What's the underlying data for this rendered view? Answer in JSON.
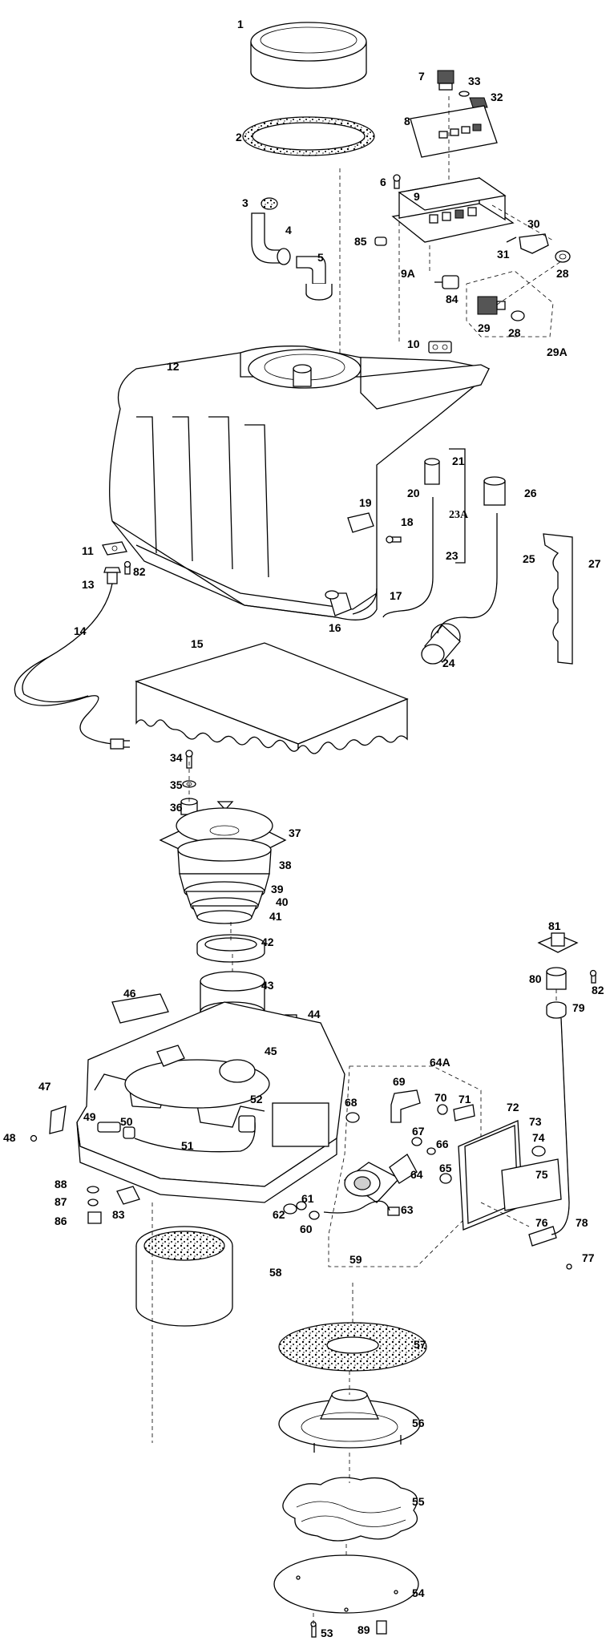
{
  "labels": [
    {
      "id": "p1",
      "text": "1"
    },
    {
      "id": "p2",
      "text": "2"
    },
    {
      "id": "p3",
      "text": "3"
    },
    {
      "id": "p4",
      "text": "4"
    },
    {
      "id": "p5",
      "text": "5"
    },
    {
      "id": "p6",
      "text": "6"
    },
    {
      "id": "p7",
      "text": "7"
    },
    {
      "id": "p8",
      "text": "8"
    },
    {
      "id": "p9",
      "text": "9"
    },
    {
      "id": "p9A",
      "text": "9A"
    },
    {
      "id": "p10",
      "text": "10"
    },
    {
      "id": "p11",
      "text": "11"
    },
    {
      "id": "p12",
      "text": "12"
    },
    {
      "id": "p13",
      "text": "13"
    },
    {
      "id": "p14",
      "text": "14"
    },
    {
      "id": "p15",
      "text": "15"
    },
    {
      "id": "p16",
      "text": "16"
    },
    {
      "id": "p17",
      "text": "17"
    },
    {
      "id": "p18",
      "text": "18"
    },
    {
      "id": "p19",
      "text": "19"
    },
    {
      "id": "p20",
      "text": "20"
    },
    {
      "id": "p21",
      "text": "21"
    },
    {
      "id": "p23",
      "text": "23"
    },
    {
      "id": "p23A",
      "text": "23A"
    },
    {
      "id": "p24",
      "text": "24"
    },
    {
      "id": "p25",
      "text": "25"
    },
    {
      "id": "p26",
      "text": "26"
    },
    {
      "id": "p27",
      "text": "27"
    },
    {
      "id": "p28a",
      "text": "28"
    },
    {
      "id": "p28b",
      "text": "28"
    },
    {
      "id": "p29",
      "text": "29"
    },
    {
      "id": "p29A",
      "text": "29A"
    },
    {
      "id": "p30",
      "text": "30"
    },
    {
      "id": "p31",
      "text": "31"
    },
    {
      "id": "p32",
      "text": "32"
    },
    {
      "id": "p33",
      "text": "33"
    },
    {
      "id": "p34",
      "text": "34"
    },
    {
      "id": "p35",
      "text": "35"
    },
    {
      "id": "p36",
      "text": "36"
    },
    {
      "id": "p37",
      "text": "37"
    },
    {
      "id": "p38",
      "text": "38"
    },
    {
      "id": "p39",
      "text": "39"
    },
    {
      "id": "p40",
      "text": "40"
    },
    {
      "id": "p41",
      "text": "41"
    },
    {
      "id": "p42",
      "text": "42"
    },
    {
      "id": "p43",
      "text": "43"
    },
    {
      "id": "p44",
      "text": "44"
    },
    {
      "id": "p45",
      "text": "45"
    },
    {
      "id": "p46",
      "text": "46"
    },
    {
      "id": "p47",
      "text": "47"
    },
    {
      "id": "p48",
      "text": "48"
    },
    {
      "id": "p49",
      "text": "49"
    },
    {
      "id": "p50",
      "text": "50"
    },
    {
      "id": "p51",
      "text": "51"
    },
    {
      "id": "p52",
      "text": "52"
    },
    {
      "id": "p53",
      "text": "53"
    },
    {
      "id": "p54",
      "text": "54"
    },
    {
      "id": "p55",
      "text": "55"
    },
    {
      "id": "p56",
      "text": "56"
    },
    {
      "id": "p57",
      "text": "57"
    },
    {
      "id": "p58",
      "text": "58"
    },
    {
      "id": "p59",
      "text": "59"
    },
    {
      "id": "p60",
      "text": "60"
    },
    {
      "id": "p61",
      "text": "61"
    },
    {
      "id": "p62",
      "text": "62"
    },
    {
      "id": "p63",
      "text": "63"
    },
    {
      "id": "p64",
      "text": "64"
    },
    {
      "id": "p64A",
      "text": "64A"
    },
    {
      "id": "p65",
      "text": "65"
    },
    {
      "id": "p66",
      "text": "66"
    },
    {
      "id": "p67",
      "text": "67"
    },
    {
      "id": "p68",
      "text": "68"
    },
    {
      "id": "p69",
      "text": "69"
    },
    {
      "id": "p70",
      "text": "70"
    },
    {
      "id": "p71",
      "text": "71"
    },
    {
      "id": "p72",
      "text": "72"
    },
    {
      "id": "p73",
      "text": "73"
    },
    {
      "id": "p74",
      "text": "74"
    },
    {
      "id": "p75",
      "text": "75"
    },
    {
      "id": "p76",
      "text": "76"
    },
    {
      "id": "p77",
      "text": "77"
    },
    {
      "id": "p78",
      "text": "78"
    },
    {
      "id": "p79",
      "text": "79"
    },
    {
      "id": "p80",
      "text": "80"
    },
    {
      "id": "p81",
      "text": "81"
    },
    {
      "id": "p82a",
      "text": "82"
    },
    {
      "id": "p82b",
      "text": "82"
    },
    {
      "id": "p83",
      "text": "83"
    },
    {
      "id": "p84",
      "text": "84"
    },
    {
      "id": "p85",
      "text": "85"
    },
    {
      "id": "p86",
      "text": "86"
    },
    {
      "id": "p87",
      "text": "87"
    },
    {
      "id": "p88",
      "text": "88"
    },
    {
      "id": "p89",
      "text": "89"
    }
  ]
}
